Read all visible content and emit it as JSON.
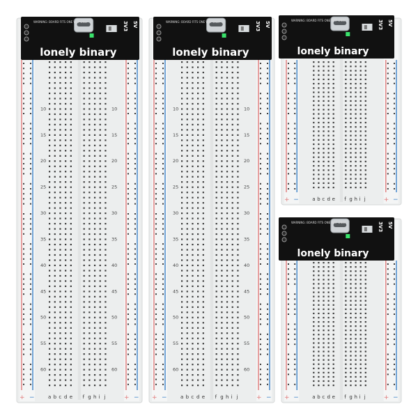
{
  "brand": "lonely binary",
  "warning_text": "WARNING: BOARD FITS ONE WAY ONLY",
  "voltage_high": "5V",
  "voltage_low": "3V3",
  "rail_plus": "+",
  "rail_minus": "−",
  "columns_left": [
    "a",
    "b",
    "c",
    "d",
    "e"
  ],
  "columns_right": [
    "f",
    "g",
    "h",
    "i",
    "j"
  ],
  "colors": {
    "board": "#eceeee",
    "hole": "#3a3a3a",
    "rail_red": "#e07a7a",
    "rail_blue": "#3b82c8",
    "pcb": "#111111",
    "led_green": "#39e26b"
  },
  "breadboards": [
    {
      "size": "full",
      "rows": 63,
      "row_labels": [
        "10",
        "15",
        "20",
        "25",
        "30",
        "35",
        "40",
        "45",
        "50",
        "55",
        "60"
      ]
    },
    {
      "size": "full",
      "rows": 63,
      "row_labels": [
        "10",
        "15",
        "20",
        "25",
        "30",
        "35",
        "40",
        "45",
        "50",
        "55",
        "60"
      ]
    },
    {
      "size": "half",
      "rows": 30,
      "row_labels": []
    },
    {
      "size": "half",
      "rows": 30,
      "row_labels": []
    }
  ]
}
